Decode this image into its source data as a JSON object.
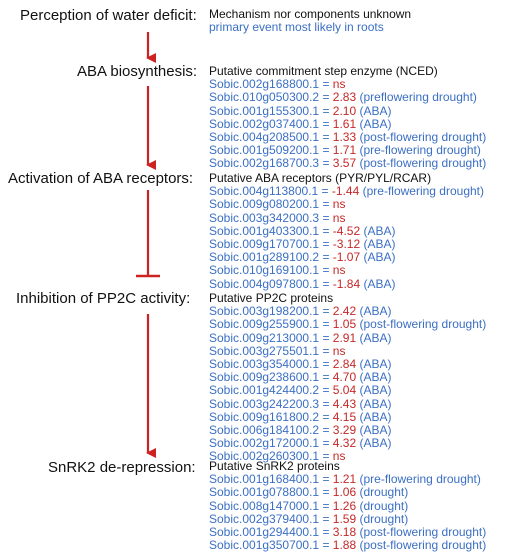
{
  "colors": {
    "arrow": "#cc2222",
    "gene": "#3b6fc4",
    "value": "#c62828",
    "text": "#111111"
  },
  "stages": [
    {
      "label": "Perception of water deficit:",
      "heading": "Mechanism nor components unknown",
      "subheading": "primary event most likely in roots",
      "rows": []
    },
    {
      "label": "ABA biosynthesis:",
      "heading": "Putative commitment step enzyme (NCED)",
      "rows": [
        {
          "gene": "Sobic.002g168800.1",
          "value": "ns",
          "note": ""
        },
        {
          "gene": "Sobic.010g050300.2",
          "value": "2.83",
          "note": "(preflowering drought)"
        },
        {
          "gene": "Sobic.001g155300.1",
          "value": "2.10",
          "note": "(ABA)"
        },
        {
          "gene": "Sobic.002g037400.1",
          "value": "1.61",
          "note": "(ABA)"
        },
        {
          "gene": "Sobic.004g208500.1",
          "value": "1.33",
          "note": "(post-flowering drought)"
        },
        {
          "gene": "Sobic.001g509200.1",
          "value": "1.71",
          "note": "(pre-flowering drought)"
        },
        {
          "gene": "Sobic.002g168700.3",
          "value": "3.57",
          "note": "(post-flowering drought)"
        }
      ]
    },
    {
      "label": "Activation of ABA receptors:",
      "heading": "Putative ABA receptors (PYR/PYL/RCAR)",
      "rows": [
        {
          "gene": "Sobic.004g113800.1",
          "value": "-1.44",
          "note": "(pre-flowering drought)"
        },
        {
          "gene": "Sobic.009g080200.1",
          "value": "ns",
          "note": ""
        },
        {
          "gene": "Sobic.003g342000.3",
          "value": "ns",
          "note": ""
        },
        {
          "gene": "Sobic.001g403300.1",
          "value": "-4.52",
          "note": "(ABA)"
        },
        {
          "gene": "Sobic.009g170700.1",
          "value": "-3.12",
          "note": "(ABA)"
        },
        {
          "gene": "Sobic.001g289100.2",
          "value": "-1.07",
          "note": "(ABA)"
        },
        {
          "gene": "Sobic.010g169100.1",
          "value": "ns",
          "note": ""
        },
        {
          "gene": "Sobic.004g097800.1",
          "value": "-1.84",
          "note": "(ABA)"
        }
      ]
    },
    {
      "label": "Inhibition of PP2C activity:",
      "heading": "Putative PP2C proteins",
      "rows": [
        {
          "gene": "Sobic.003g198200.1",
          "value": "2.42",
          "note": "(ABA)"
        },
        {
          "gene": "Sobic.009g255900.1",
          "value": "1.05",
          "note": "(post-flowering drought)"
        },
        {
          "gene": "Sobic.009g213000.1",
          "value": "2.91",
          "note": "(ABA)"
        },
        {
          "gene": "Sobic.003g275501.1",
          "value": "ns",
          "note": ""
        },
        {
          "gene": "Sobic.003g354000.1",
          "value": "2.84",
          "note": "(ABA)"
        },
        {
          "gene": "Sobic.009g238600.1",
          "value": "4.70",
          "note": "(ABA)"
        },
        {
          "gene": "Sobic.001g424400.2",
          "value": "5.04",
          "note": "(ABA)"
        },
        {
          "gene": "Sobic.003g242200.3",
          "value": "4.43",
          "note": "(ABA)"
        },
        {
          "gene": "Sobic.009g161800.2",
          "value": "4.15",
          "note": "(ABA)"
        },
        {
          "gene": "Sobic.006g184100.2",
          "value": "3.29",
          "note": "(ABA)"
        },
        {
          "gene": "Sobic.002g172000.1",
          "value": "4.32",
          "note": "(ABA)"
        },
        {
          "gene": "Sobic.002g260300.1",
          "value": "ns",
          "note": ""
        }
      ]
    },
    {
      "label": "SnRK2 de-repression:",
      "heading": "Putative SnRK2 proteins",
      "rows": [
        {
          "gene": "Sobic.001g168400.1",
          "value": "1.21",
          "note": "(pre-flowering drought)"
        },
        {
          "gene": "Sobic.001g078800.1",
          "value": "1.06",
          "note": "(drought)"
        },
        {
          "gene": "Sobic.008g147000.1",
          "value": "1.26",
          "note": "(drought)"
        },
        {
          "gene": "Sobic.002g379400.1",
          "value": "1.59",
          "note": "(drought)"
        },
        {
          "gene": "Sobic.001g294400.1",
          "value": "3.18",
          "note": "(post-flowering drought)"
        },
        {
          "gene": "Sobic.001g350700.1",
          "value": "1.88",
          "note": "(post-flowering drought)"
        }
      ]
    }
  ]
}
